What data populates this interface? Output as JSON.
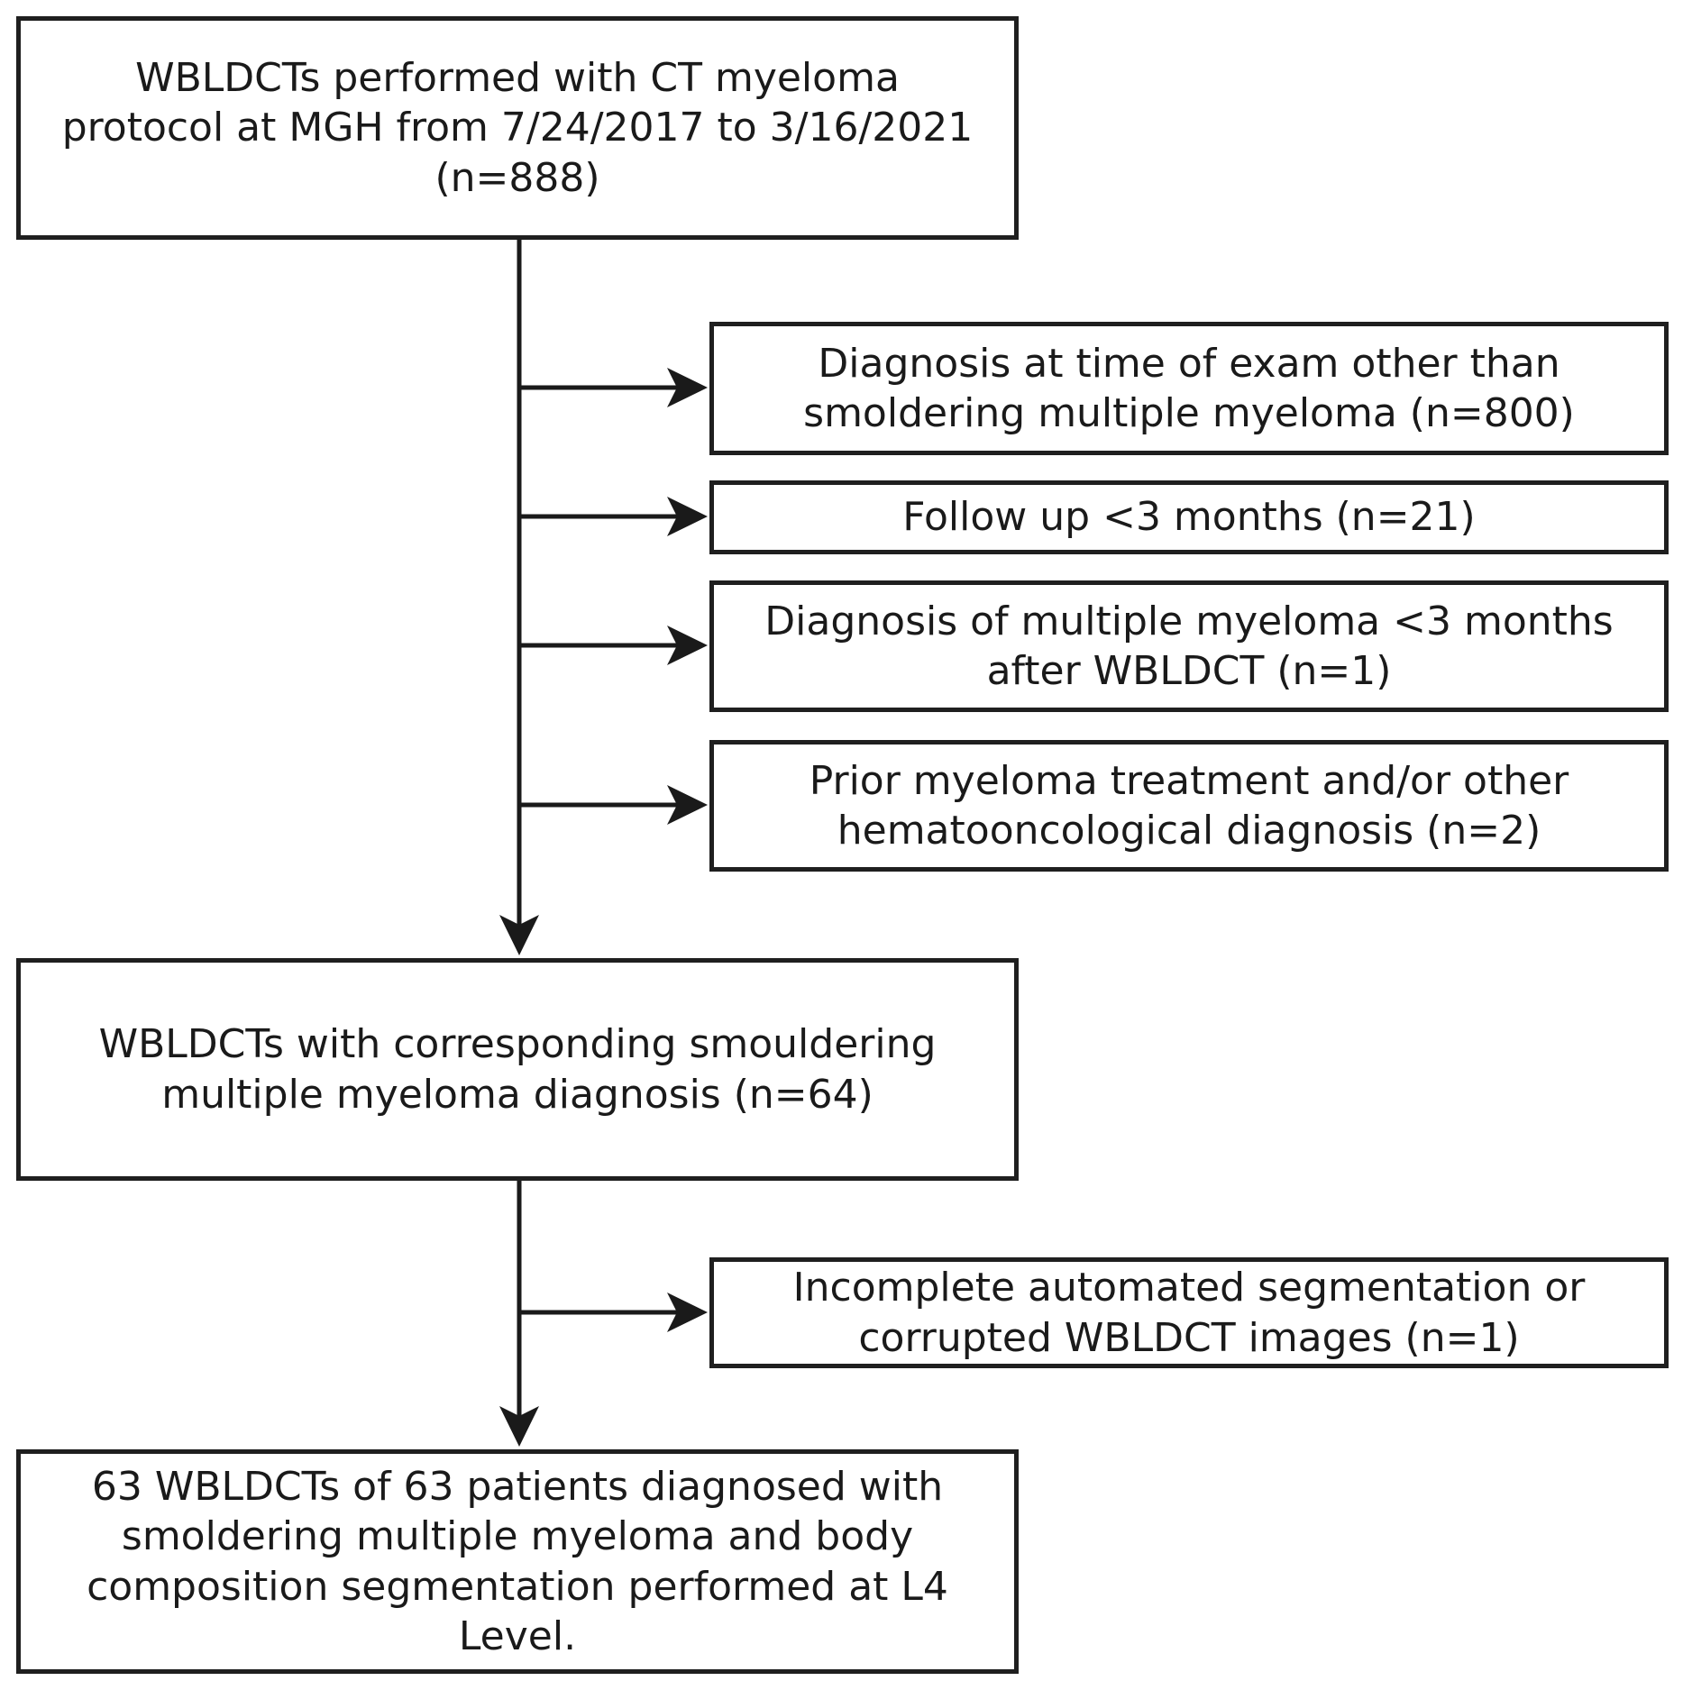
{
  "figure": {
    "type": "flowchart",
    "colors": {
      "line": "#1a1a1a",
      "text": "#1a1a1a",
      "box_border": "#1f1f1f",
      "background": "#ffffff"
    },
    "nodes": {
      "initial": {
        "text": "WBLDCTs performed with CT myeloma\nprotocol at MGH from 7/24/2017 to 3/16/2021\n(n=888)",
        "n": 888
      },
      "excl_other_diagnosis": {
        "text": "Diagnosis at time of exam other than\nsmoldering multiple myeloma (n=800)",
        "n": 800
      },
      "excl_followup": {
        "text": "Follow up <3 months (n=21)",
        "n": 21
      },
      "excl_mm_within_3mo": {
        "text": "Diagnosis of multiple myeloma <3 months\nafter WBLDCT (n=1)",
        "n": 1
      },
      "excl_prior_treatment": {
        "text": "Prior myeloma treatment and/or other\nhematooncological diagnosis (n=2)",
        "n": 2
      },
      "smm_cohort": {
        "text": "WBLDCTs with corresponding smouldering\nmultiple myeloma diagnosis (n=64)",
        "n": 64
      },
      "excl_segmentation": {
        "text": "Incomplete automated segmentation or\ncorrupted WBLDCT images (n=1)",
        "n": 1
      },
      "final_cohort": {
        "text": "63 WBLDCTs of 63 patients diagnosed with\nsmoldering multiple myeloma and body\ncomposition segmentation performed at L4\nLevel.",
        "n": 63
      }
    }
  }
}
